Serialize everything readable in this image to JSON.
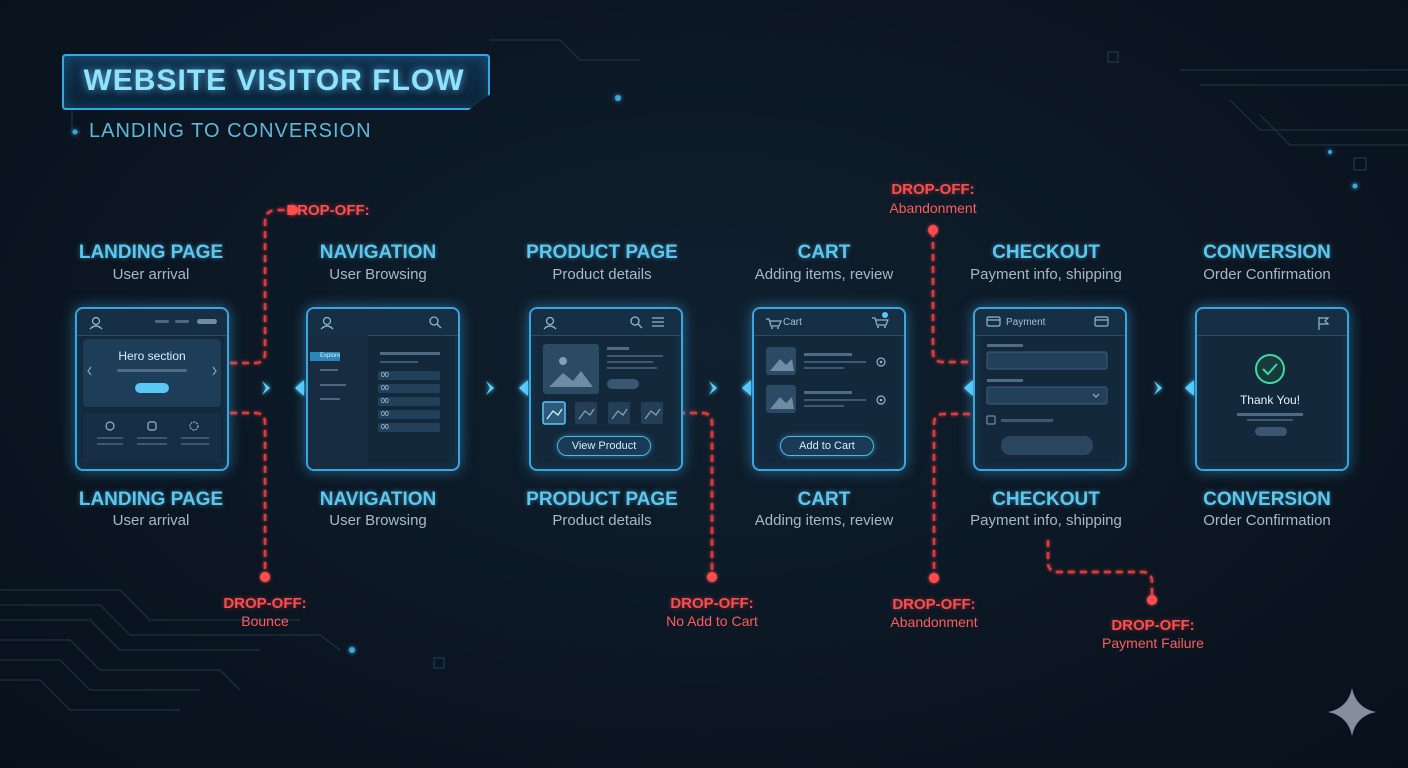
{
  "header": {
    "title": "WEBSITE VISITOR FLOW",
    "subtitle": "LANDING TO CONVERSION"
  },
  "stages": [
    {
      "title": "LANDING PAGE",
      "subtitle": "User arrival",
      "card": {
        "hero_label": "Hero section"
      }
    },
    {
      "title": "NAVIGATION",
      "subtitle": "User Browsing",
      "card": {
        "menu_label": "Explore"
      }
    },
    {
      "title": "PRODUCT PAGE",
      "subtitle": "Product details",
      "card": {
        "button_label": "View Product"
      }
    },
    {
      "title": "CART",
      "subtitle": "Adding items, review",
      "card": {
        "header_label": "Cart",
        "button_label": "Add to Cart"
      }
    },
    {
      "title": "CHECKOUT",
      "subtitle": "Payment info, shipping",
      "card": {
        "header_label": "Payment"
      }
    },
    {
      "title": "CONVERSION",
      "subtitle": "Order Confirmation",
      "card": {
        "message": "Thank You!"
      }
    }
  ],
  "dropoffs": {
    "top_landing": {
      "title": "DROP-OFF:",
      "subtitle": ""
    },
    "top_checkout": {
      "title": "DROP-OFF:",
      "subtitle": "Abandonment"
    },
    "bottom_landing": {
      "title": "DROP-OFF:",
      "subtitle": "Bounce"
    },
    "bottom_product": {
      "title": "DROP-OFF:",
      "subtitle": "No Add to Cart"
    },
    "bottom_checkout": {
      "title": "DROP-OFF:",
      "subtitle": "Abandonment"
    },
    "bottom_payment": {
      "title": "DROP-OFF:",
      "subtitle": "Payment Failure"
    }
  },
  "nav_card_items": [
    "00",
    "00",
    "00",
    "00",
    "00"
  ],
  "colors": {
    "accent": "#3aa6e0",
    "dropoff": "#ff4d4d",
    "background": "#0b1622"
  },
  "icons": [
    "user-icon",
    "search-icon",
    "menu-icon",
    "cart-icon",
    "card-icon",
    "flag-icon",
    "check-icon",
    "sparkle-icon"
  ]
}
